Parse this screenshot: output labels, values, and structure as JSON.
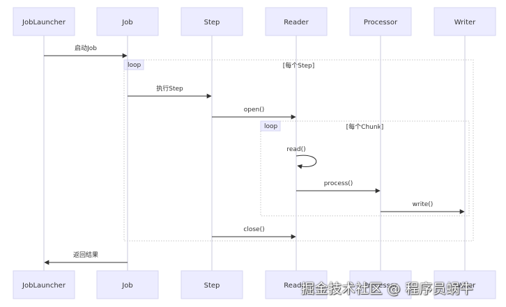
{
  "actors": [
    "JobLauncher",
    "Job",
    "Step",
    "Reader",
    "Processor",
    "Writer"
  ],
  "loops": [
    {
      "tag": "loop",
      "condition": "[每个Step]"
    },
    {
      "tag": "loop",
      "condition": "[每个Chunk]"
    }
  ],
  "messages": [
    {
      "from": "JobLauncher",
      "to": "Job",
      "label": "启动Job"
    },
    {
      "from": "Job",
      "to": "Step",
      "label": "执行Step"
    },
    {
      "from": "Step",
      "to": "Reader",
      "label": "open()"
    },
    {
      "from": "Reader",
      "to": "Reader",
      "label": "read()"
    },
    {
      "from": "Reader",
      "to": "Processor",
      "label": "process()"
    },
    {
      "from": "Processor",
      "to": "Writer",
      "label": "write()"
    },
    {
      "from": "Step",
      "to": "Reader",
      "label": "close()"
    },
    {
      "from": "Job",
      "to": "JobLauncher",
      "label": "返回结果"
    }
  ],
  "watermark": "掘金技术社区 @ 程序员蜗牛",
  "colors": {
    "actor_fill": "#ececff",
    "actor_border": "#d6d6f0",
    "line": "#333333",
    "lifeline": "#c9c9dc",
    "frame": "#c5c5c5"
  }
}
